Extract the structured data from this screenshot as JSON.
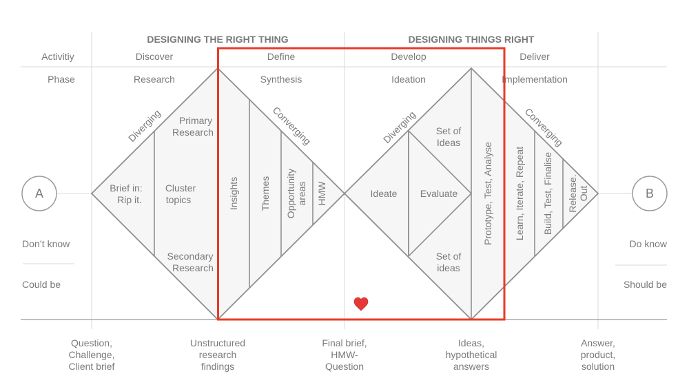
{
  "headers": {
    "left": "DESIGNING THE RIGHT THING",
    "right": "DESIGNING THINGS RIGHT"
  },
  "rows": {
    "activity_label": "Activitiy",
    "phase_label": "Phase",
    "activities": [
      "Discover",
      "Define",
      "Develop",
      "Deliver"
    ],
    "phases": [
      "Research",
      "Synthesis",
      "Ideation",
      "Implementation"
    ]
  },
  "endpoints": {
    "start": "A",
    "end": "B"
  },
  "side_labels": {
    "left_top": "Don’t know",
    "left_bottom": "Could be",
    "right_top": "Do know",
    "right_bottom": "Should be"
  },
  "diamond1": {
    "diverging": "Diverging",
    "converging": "Converging",
    "brief": [
      "Brief in:",
      "Rip it."
    ],
    "primary": [
      "Primary",
      "Research"
    ],
    "cluster": [
      "Cluster",
      "topics"
    ],
    "secondary": [
      "Secondary",
      "Research"
    ],
    "insights": "Insights",
    "themes": "Themes",
    "opportunity": [
      "Opportunity",
      "areas"
    ],
    "hmw": "HMW"
  },
  "diamond2": {
    "diverging": "Diverging",
    "converging": "Converging",
    "ideate": "Ideate",
    "evaluate": "Evaluate",
    "set_top": [
      "Set of",
      "Ideas"
    ],
    "set_bottom": [
      "Set of",
      "ideas"
    ],
    "prototype": "Prototype, Test, Analyse",
    "learn": "Learn, Iterate, Repeat",
    "build": "Build, Test, Finalise",
    "release": [
      "Release.",
      "Out"
    ]
  },
  "milestones": [
    [
      "Question,",
      "Challenge,",
      "Client brief"
    ],
    [
      "Unstructured",
      "research",
      "findings"
    ],
    [
      "Final brief,",
      "HMW-",
      "Question"
    ],
    [
      "Ideas,",
      "hypothetical",
      "answers"
    ],
    [
      "Answer,",
      "product,",
      "solution"
    ]
  ],
  "colors": {
    "highlight": "#ea3a27",
    "heart": "#e53935",
    "line": "#8f8f8f",
    "text": "#7a7a7a"
  },
  "icons": {
    "heart": "heart-icon"
  }
}
